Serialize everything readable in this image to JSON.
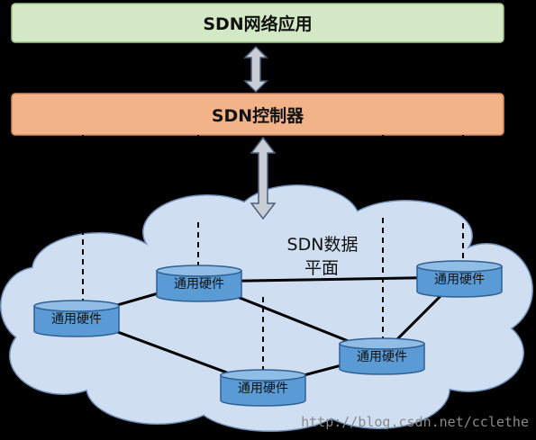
{
  "app_layer": {
    "label": "SDN网络应用",
    "fill": "#d3e8c5",
    "stroke": "#9ebf8a"
  },
  "controller": {
    "label": "SDN控制器",
    "fill": "#f2b389",
    "stroke": "#d08a5c"
  },
  "data_plane": {
    "label_line1": "SDN数据",
    "label_line2": "平面",
    "cloud_fill": "#cfdff1",
    "cloud_stroke": "#6f8fb8"
  },
  "hardware_nodes": [
    {
      "label": "通用硬件"
    },
    {
      "label": "通用硬件"
    },
    {
      "label": "通用硬件"
    },
    {
      "label": "通用硬件"
    },
    {
      "label": "通用硬件"
    }
  ],
  "node_colors": {
    "fill": "#5b9bd5",
    "top": "#8fbde6",
    "stroke": "#2f5f93"
  },
  "links": [
    [
      0,
      1
    ],
    [
      0,
      2
    ],
    [
      1,
      3
    ],
    [
      1,
      4
    ],
    [
      2,
      3
    ],
    [
      3,
      4
    ]
  ],
  "watermark": "http://blog.csdn.net/cclethe"
}
